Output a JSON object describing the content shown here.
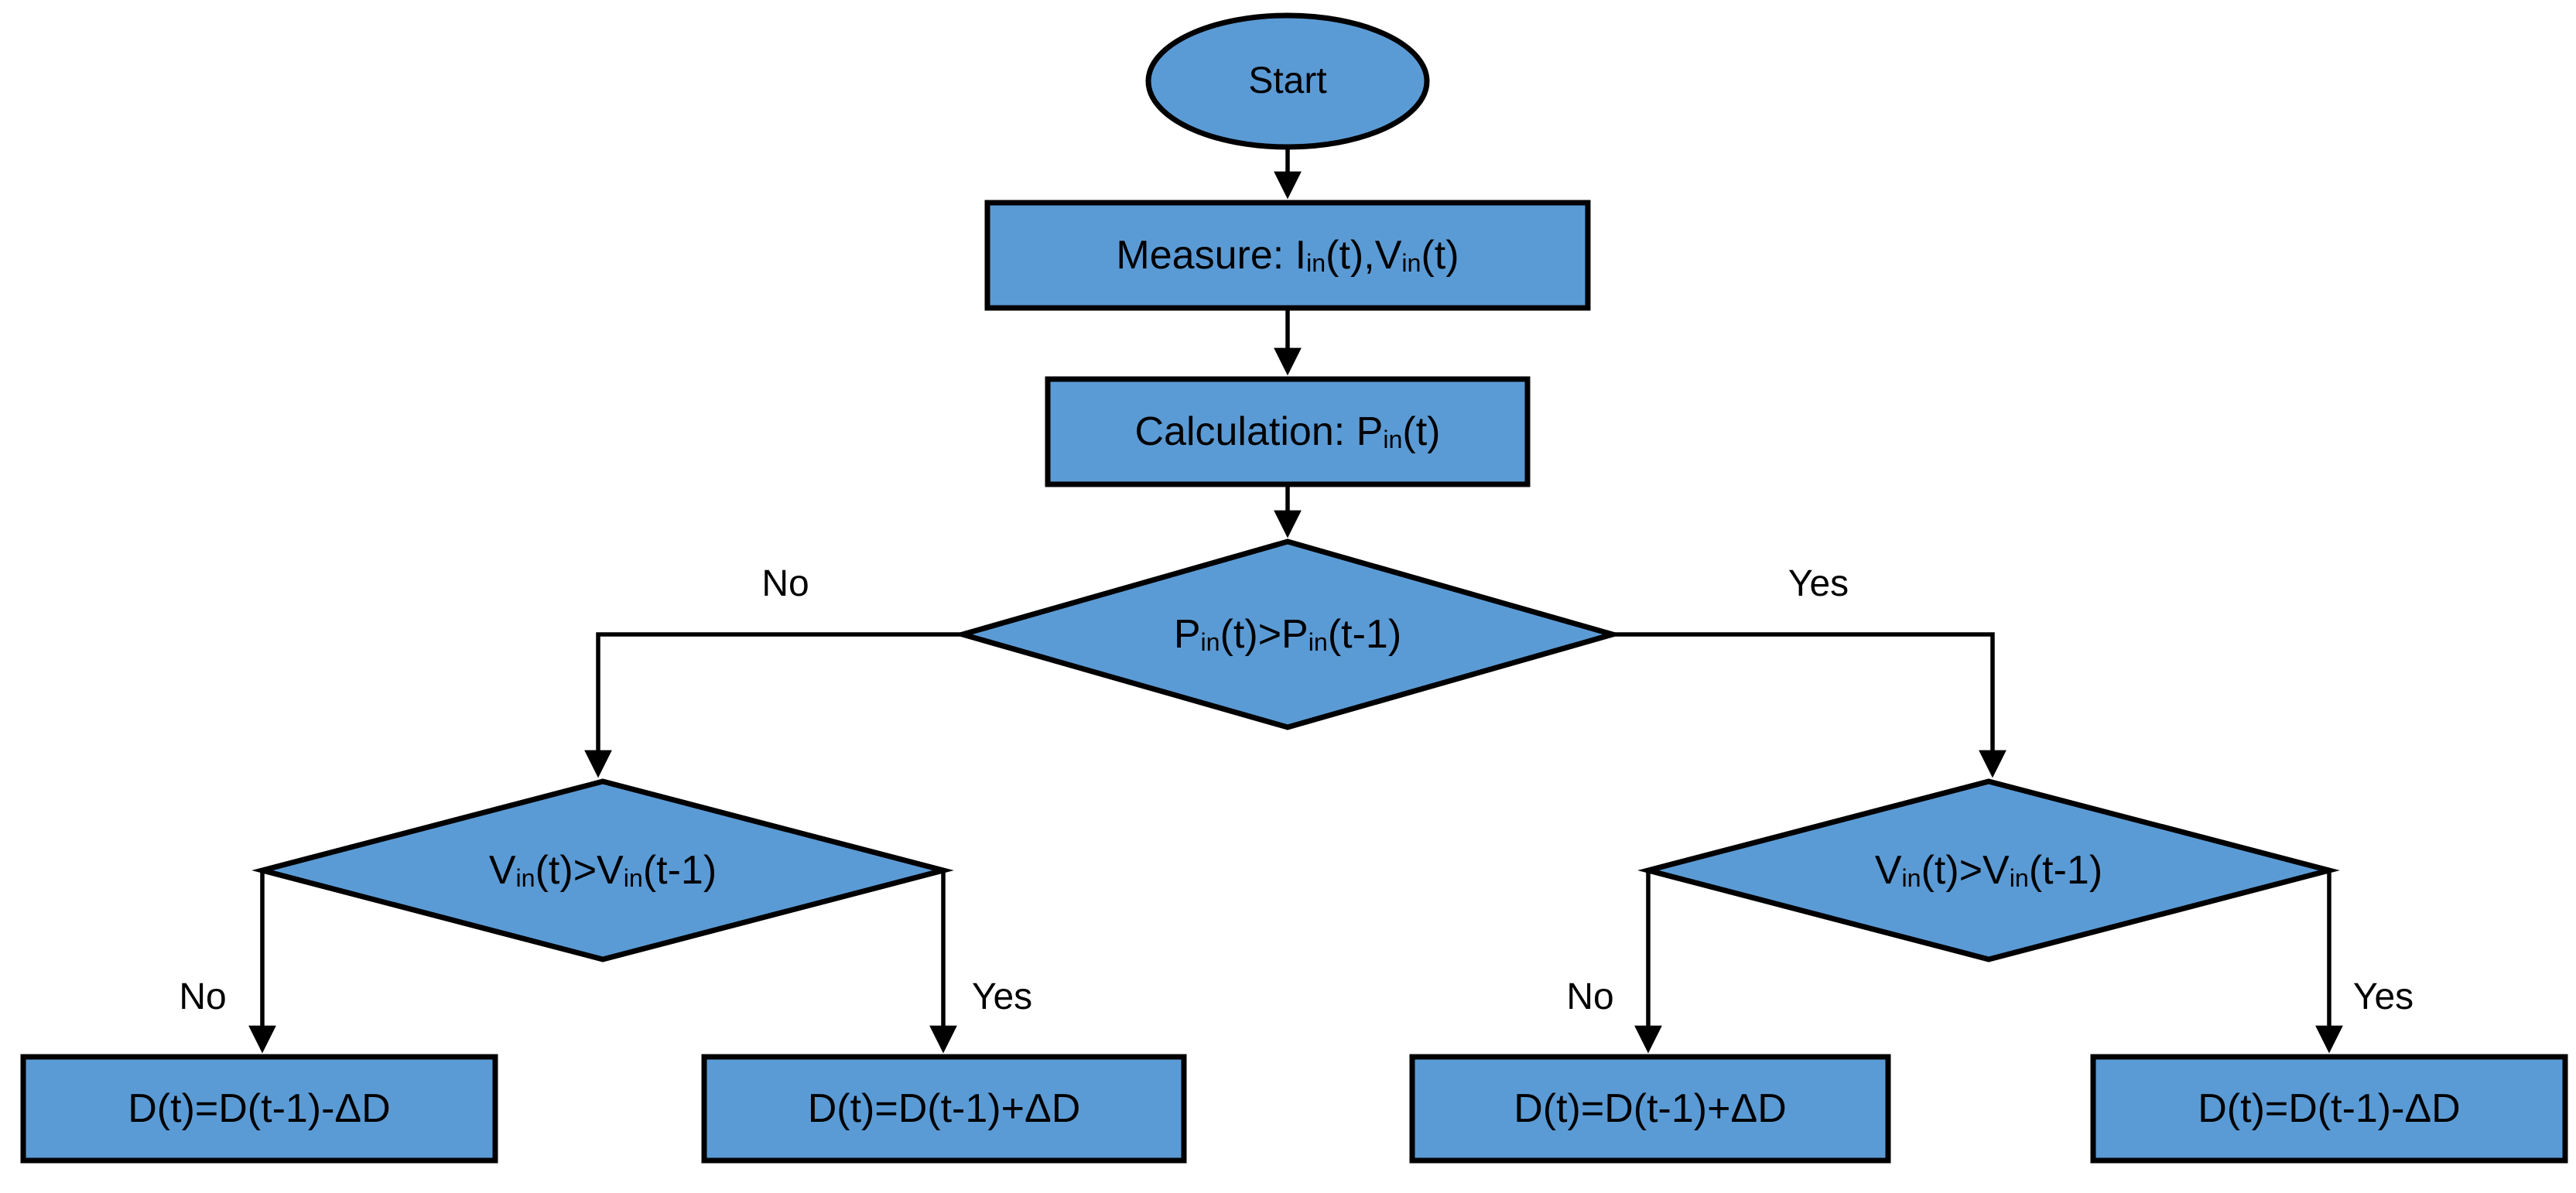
{
  "colors": {
    "node_fill": "#5B9BD5",
    "node_border": "#000000",
    "connector": "#000000",
    "text": "#000000",
    "background": "#FFFFFF"
  },
  "nodes": {
    "start": {
      "label": "Start",
      "type": "terminator"
    },
    "measure": {
      "label": "Measure: I_{in}(t),V_{in}(t)",
      "type": "process"
    },
    "calculation": {
      "label": "Calculation: P_{in}(t)",
      "type": "process"
    },
    "decision_power": {
      "label": "P_{in}(t)>P_{in}(t-1)",
      "type": "decision"
    },
    "decision_voltage_left": {
      "label": "V_{in}(t)>V_{in}(t-1)",
      "type": "decision"
    },
    "decision_voltage_right": {
      "label": "V_{in}(t)>V_{in}(t-1)",
      "type": "decision"
    },
    "action_left_no": {
      "label": "D(t)=D(t-1)-ΔD",
      "type": "process"
    },
    "action_left_yes": {
      "label": "D(t)=D(t-1)+ΔD",
      "type": "process"
    },
    "action_right_no": {
      "label": "D(t)=D(t-1)+ΔD",
      "type": "process"
    },
    "action_right_yes": {
      "label": "D(t)=D(t-1)-ΔD",
      "type": "process"
    }
  },
  "edge_labels": {
    "main_no": "No",
    "main_yes": "Yes",
    "left_no": "No",
    "left_yes": "Yes",
    "right_no": "No",
    "right_yes": "Yes"
  },
  "edges": [
    {
      "from": "start",
      "to": "measure",
      "label": ""
    },
    {
      "from": "measure",
      "to": "calculation",
      "label": ""
    },
    {
      "from": "calculation",
      "to": "decision_power",
      "label": ""
    },
    {
      "from": "decision_power",
      "to": "decision_voltage_left",
      "label": "No"
    },
    {
      "from": "decision_power",
      "to": "decision_voltage_right",
      "label": "Yes"
    },
    {
      "from": "decision_voltage_left",
      "to": "action_left_no",
      "label": "No"
    },
    {
      "from": "decision_voltage_left",
      "to": "action_left_yes",
      "label": "Yes"
    },
    {
      "from": "decision_voltage_right",
      "to": "action_right_no",
      "label": "No"
    },
    {
      "from": "decision_voltage_right",
      "to": "action_right_yes",
      "label": "Yes"
    }
  ]
}
